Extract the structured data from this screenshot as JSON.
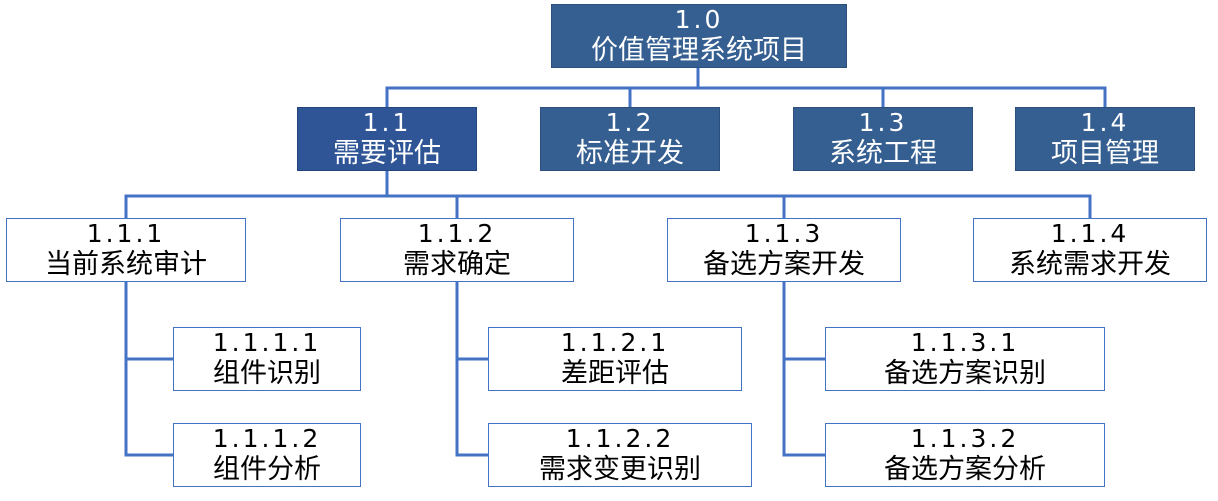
{
  "colors": {
    "connector": "#4472c4",
    "level1_fill": "#365f91",
    "selected_fill": "#2f5597",
    "box_border": "#4472c4"
  },
  "nodes": {
    "root": {
      "code": "1.0",
      "label": "价值管理系统项目"
    },
    "n11": {
      "code": "1.1",
      "label": "需要评估"
    },
    "n12": {
      "code": "1.2",
      "label": "标准开发"
    },
    "n13": {
      "code": "1.3",
      "label": "系统工程"
    },
    "n14": {
      "code": "1.4",
      "label": "项目管理"
    },
    "n111": {
      "code": "1.1.1",
      "label": "当前系统审计"
    },
    "n112": {
      "code": "1.1.2",
      "label": "需求确定"
    },
    "n113": {
      "code": "1.1.3",
      "label": "备选方案开发"
    },
    "n114": {
      "code": "1.1.4",
      "label": "系统需求开发"
    },
    "n1111": {
      "code": "1.1.1.1",
      "label": "组件识别"
    },
    "n1112": {
      "code": "1.1.1.2",
      "label": "组件分析"
    },
    "n1121": {
      "code": "1.1.2.1",
      "label": "差距评估"
    },
    "n1122": {
      "code": "1.1.2.2",
      "label": "需求变更识别"
    },
    "n1131": {
      "code": "1.1.3.1",
      "label": "备选方案识别"
    },
    "n1132": {
      "code": "1.1.3.2",
      "label": "备选方案分析"
    }
  }
}
